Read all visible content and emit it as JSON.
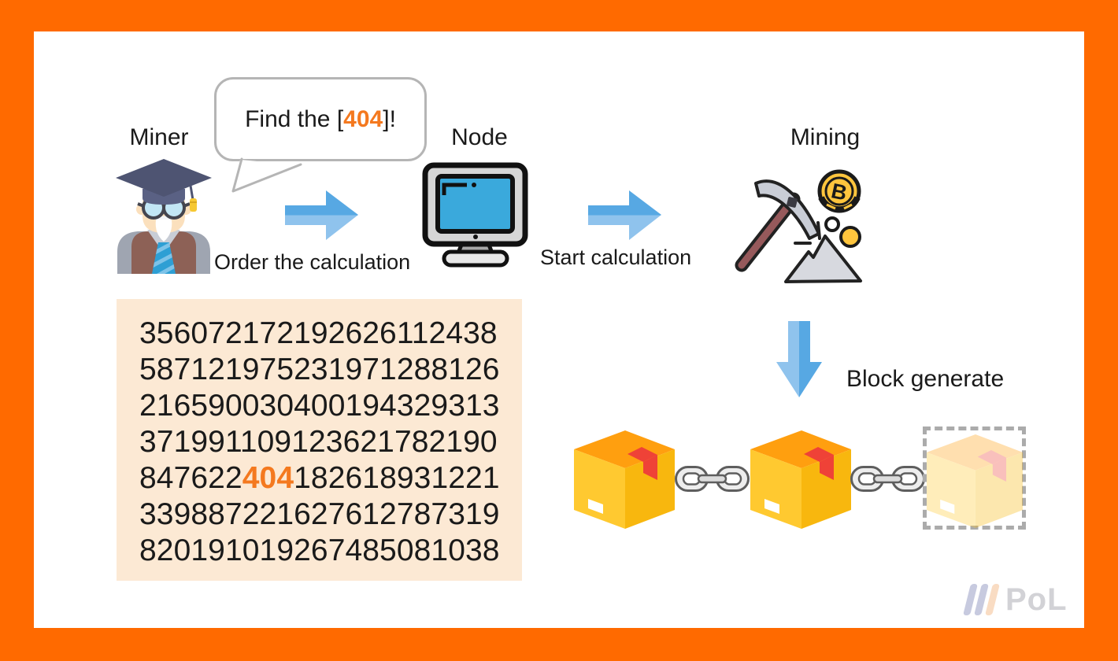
{
  "flow": {
    "miner_label": "Miner",
    "node_label": "Node",
    "mining_label": "Mining",
    "order_caption": "Order the calculation",
    "start_caption": "Start calculation",
    "block_caption": "Block generate"
  },
  "speech_bubble": {
    "prefix": "Find the [",
    "highlight": "404",
    "suffix": "]!"
  },
  "number_grid": {
    "rows": [
      "356072172192626112438",
      "587121975231971288126",
      "216590030400194329313",
      "371991109123621782190",
      {
        "prefix": "847622",
        "highlight": "404",
        "suffix": "182618931221"
      },
      "339887221627612787319",
      "820191019267485081038"
    ]
  },
  "icons": {
    "bitcoin_symbol": "B",
    "names": [
      "miner-avatar-icon",
      "speech-bubble",
      "arrow-right-icon",
      "computer-monitor-icon",
      "pickaxe-mining-icon",
      "bitcoin-coin-icon",
      "arrow-down-icon",
      "package-box-icon",
      "chain-link-icon"
    ]
  },
  "logo": {
    "text": "PoL"
  },
  "colors": {
    "frame_orange": "#FF6A00",
    "highlight_orange": "#F4791F",
    "grid_background": "#FCE9D4",
    "arrow_blue_dark": "#57A8E3",
    "arrow_blue_light": "#8FC3ED",
    "box_top": "#FF9F0F",
    "box_left": "#FFC930",
    "box_right": "#F8B70E",
    "box_tape_red": "#EF4237",
    "chain_gray": "#EDEDED",
    "screen_blue": "#3AA9DC",
    "bubble_border": "#B5B5B5",
    "logo_gray": "#D2D2D6",
    "logo_lavender": "#C7CADF",
    "logo_peach": "#F9DCC3"
  }
}
